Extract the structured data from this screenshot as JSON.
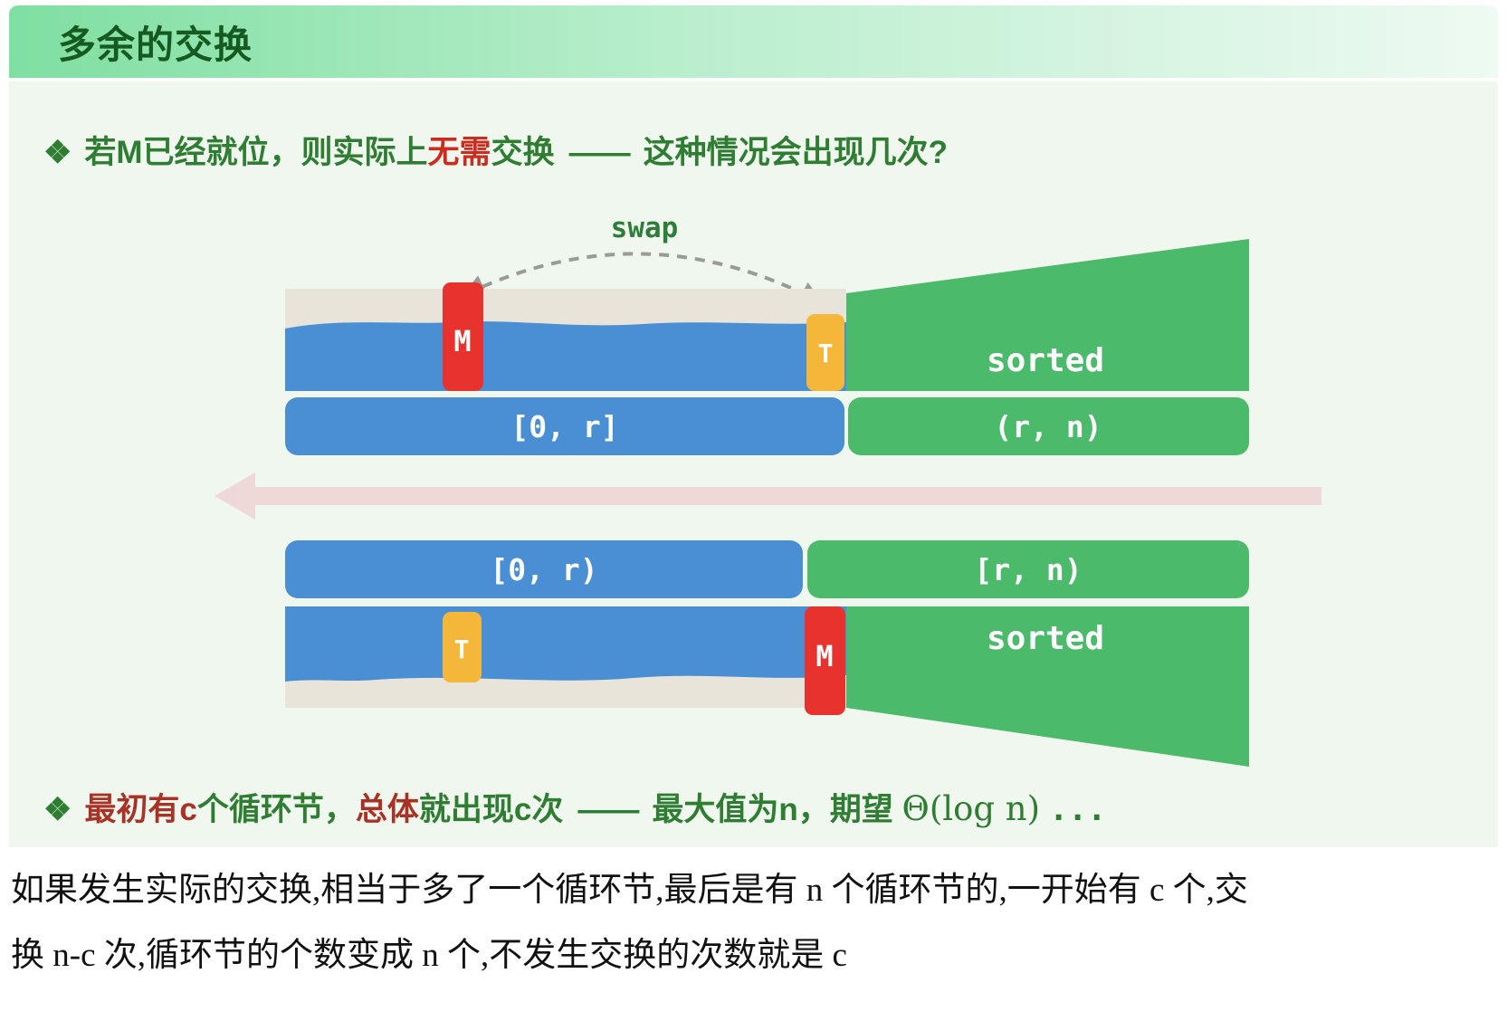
{
  "title": "多余的交换",
  "bullet1": {
    "marker": "❖",
    "part1": "若M已经就位，则实际上",
    "part2_red": "无需",
    "part3": "交换",
    "dash": "——",
    "part4": "这种情况会出现几次?"
  },
  "bullet2": {
    "marker": "❖",
    "part1_red": "最初有c",
    "part2": "个循环节，",
    "part3_red": "总体",
    "part4": "就出现c次",
    "dash": "——",
    "part5": "最大值为n，期望",
    "math": "Θ(log n)",
    "ellipsis": "..."
  },
  "diagram": {
    "swap_label": "swap",
    "top_row": {
      "m_marker": "M",
      "t_marker": "T",
      "sorted_label": "sorted",
      "left_range": "[0, r]",
      "right_range": "(r, n)"
    },
    "bottom_row": {
      "left_range": "[0, r)",
      "right_range": "[r, n)",
      "t_marker": "T",
      "m_marker": "M",
      "sorted_label": "sorted"
    }
  },
  "colors": {
    "unsorted_blue": "#4a8fd3",
    "sorted_green": "#4cba6b",
    "background_beige": "#e9e4da",
    "max_marker_red": "#e8322d",
    "tail_marker_yellow": "#f5b73a",
    "iteration_arrow_pink": "#efd9d6",
    "title_green": "#155a20",
    "bullet_green": "#2e7d32",
    "highlight_red": "#cc2b1f",
    "dashed_arrow_gray": "#9a9a96"
  },
  "footer": {
    "line1": "如果发生实际的交换,相当于多了一个循环节,最后是有 n 个循环节的,一开始有 c 个,交",
    "line2": "换 n-c 次,循环节的个数变成 n 个,不发生交换的次数就是 c"
  }
}
